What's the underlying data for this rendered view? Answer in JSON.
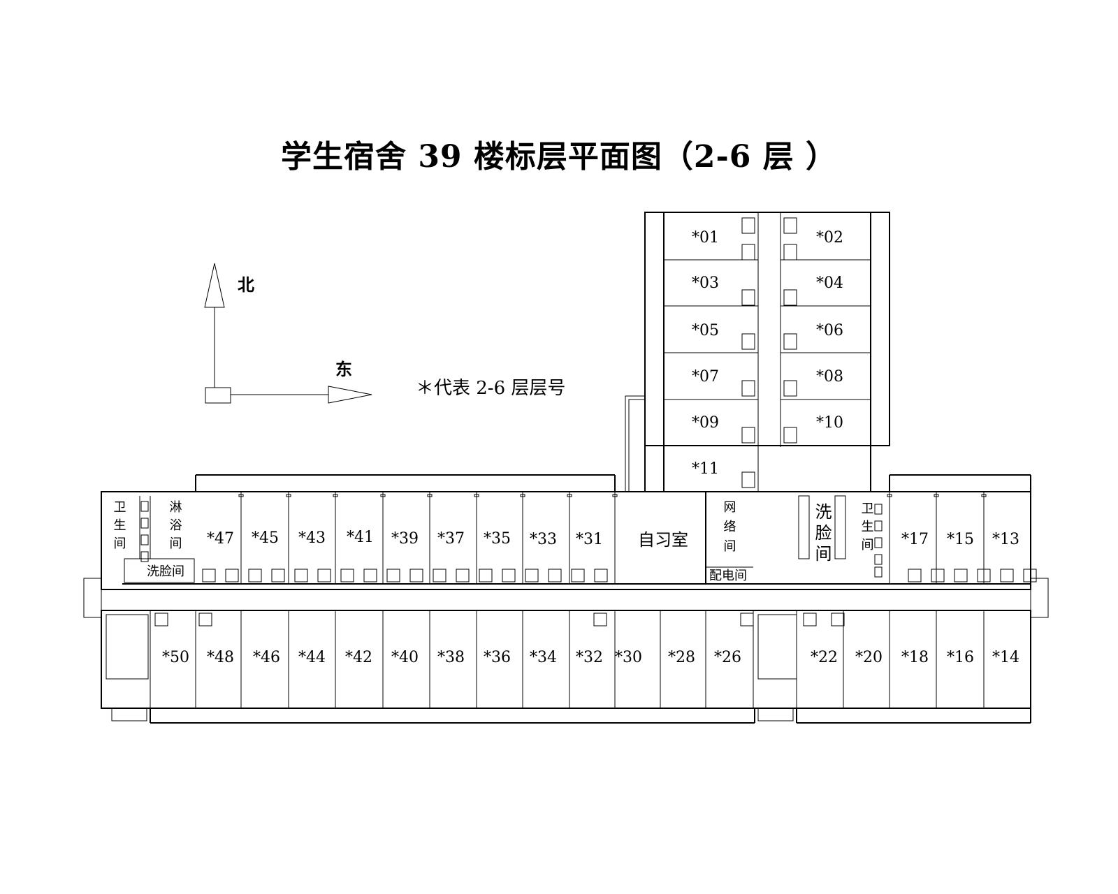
{
  "title": "学生宿舍 39 楼标层平面图（2-6 层 ）",
  "compass": {
    "north": "北",
    "east": "东"
  },
  "legend": "＊代表 2-6 层层号",
  "north_wing_rooms": [
    "*01",
    "*02",
    "*03",
    "*04",
    "*05",
    "*06",
    "*07",
    "*08",
    "*09",
    "*10",
    "*11"
  ],
  "main_north_rooms": [
    "*47",
    "*45",
    "*43",
    "*41",
    "*39",
    "*37",
    "*35",
    "*33",
    "*31",
    "*17",
    "*15",
    "*13"
  ],
  "main_south_rooms": [
    "*50",
    "*48",
    "*46",
    "*44",
    "*42",
    "*40",
    "*38",
    "*36",
    "*34",
    "*32",
    "*30",
    "*28",
    "*26",
    "*22",
    "*20",
    "*18",
    "*16",
    "*14"
  ],
  "facilities": {
    "west_toilet": "卫生间",
    "west_shower": "淋浴间",
    "west_washroom": "洗脸间",
    "study_room": "自习室",
    "network_room": "网络间",
    "power_room": "配电间",
    "east_washroom": "洗脸间",
    "east_toilet": "卫生间"
  },
  "stroke_color": "#000000",
  "background_color": "#ffffff"
}
